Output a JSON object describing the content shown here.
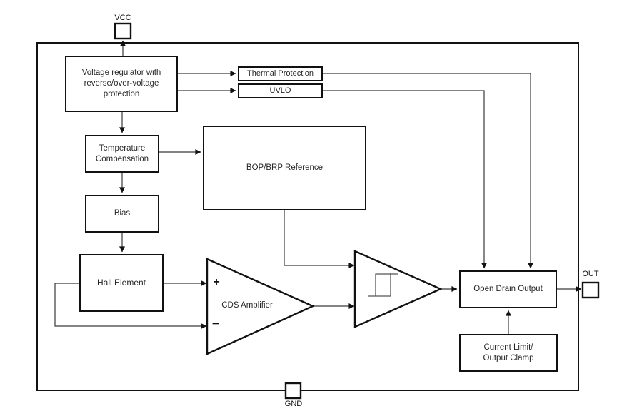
{
  "pins": {
    "vcc": "VCC",
    "gnd": "GND",
    "out": "OUT"
  },
  "blocks": {
    "voltage_regulator": {
      "line1": "Voltage regulator with",
      "line2": "reverse/over-voltage",
      "line3": "protection"
    },
    "thermal_protection": "Thermal Protection",
    "uvlo": "UVLO",
    "temperature_compensation": {
      "line1": "Temperature",
      "line2": "Compensation"
    },
    "bias": "Bias",
    "bop_brp_reference": "BOP/BRP Reference",
    "hall_element": "Hall Element",
    "cds_amplifier": {
      "label": "CDS Amplifier",
      "plus_input": "+",
      "minus_input": "−"
    },
    "schmitt_trigger": {
      "symbol": "hysteresis"
    },
    "open_drain_output": "Open Drain Output",
    "current_limit": {
      "line1": "Current Limit/",
      "line2": "Output Clamp"
    }
  },
  "colors": {
    "background": "#ffffff",
    "box_border": "#111111",
    "wire": "#3a3a3a",
    "arrowhead": "#111111",
    "text": "#262626"
  }
}
